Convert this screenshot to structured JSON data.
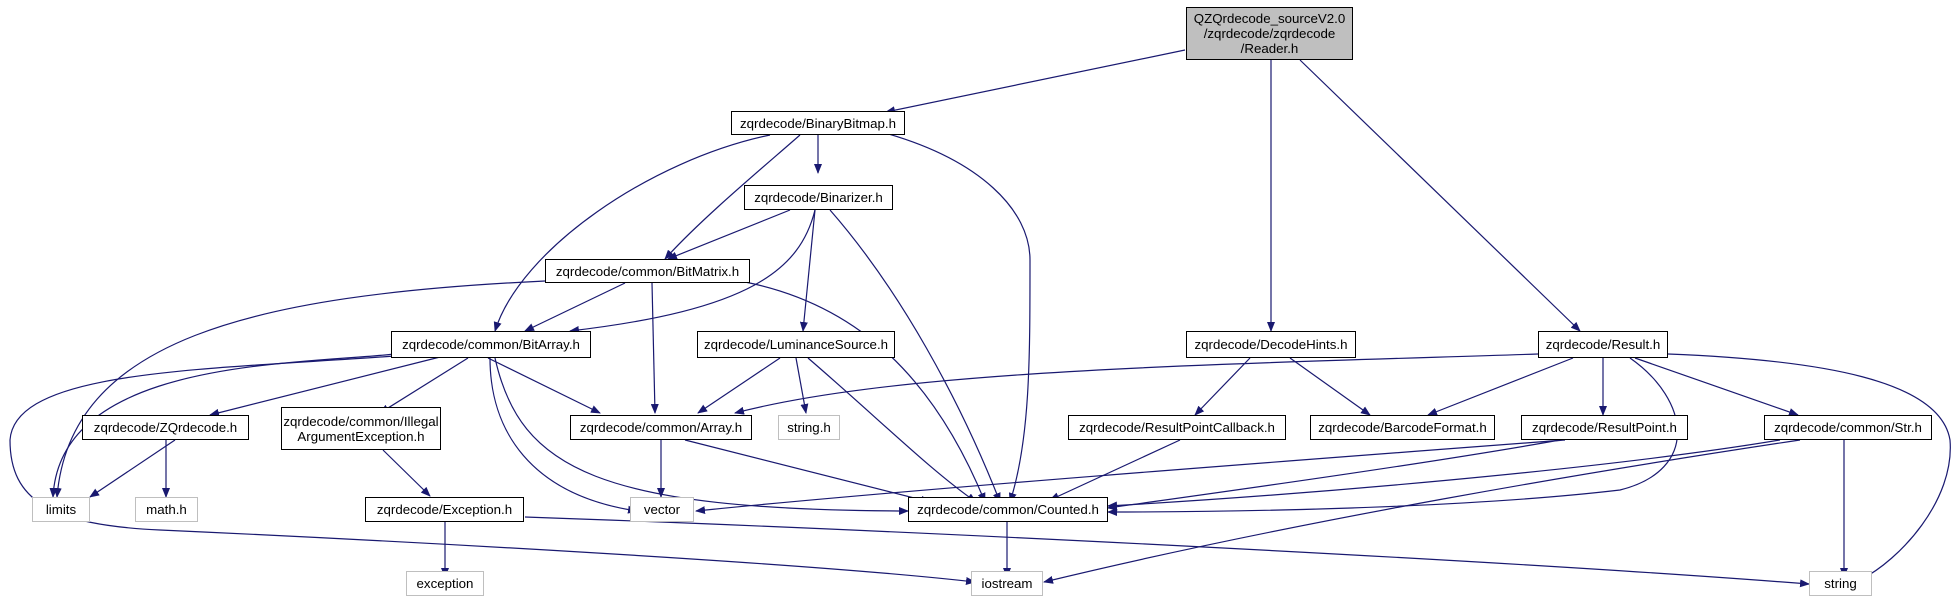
{
  "colors": {
    "edge": "#191970",
    "node_border": "#000000",
    "external_border": "#bfbfbf",
    "root_fill": "#bfbfbf"
  },
  "nodes": {
    "reader": "QZQrdecode_sourceV2.0\n/zqrdecode/zqrdecode\n/Reader.h",
    "binarybitmap": "zqrdecode/BinaryBitmap.h",
    "binarizer": "zqrdecode/Binarizer.h",
    "bitmatrix": "zqrdecode/common/BitMatrix.h",
    "bitarray": "zqrdecode/common/BitArray.h",
    "luminancesource": "zqrdecode/LuminanceSource.h",
    "decodehints": "zqrdecode/DecodeHints.h",
    "result": "zqrdecode/Result.h",
    "zqrdecode": "zqrdecode/ZQrdecode.h",
    "illegalarg": "zqrdecode/common/Illegal\nArgumentException.h",
    "array": "zqrdecode/common/Array.h",
    "string_h": "string.h",
    "resultpointcallback": "zqrdecode/ResultPointCallback.h",
    "barcodeformat": "zqrdecode/BarcodeFormat.h",
    "resultpoint": "zqrdecode/ResultPoint.h",
    "str": "zqrdecode/common/Str.h",
    "limits": "limits",
    "math": "math.h",
    "exception_h": "zqrdecode/Exception.h",
    "vector": "vector",
    "counted": "zqrdecode/common/Counted.h",
    "exception": "exception",
    "iostream": "iostream",
    "string": "string"
  }
}
